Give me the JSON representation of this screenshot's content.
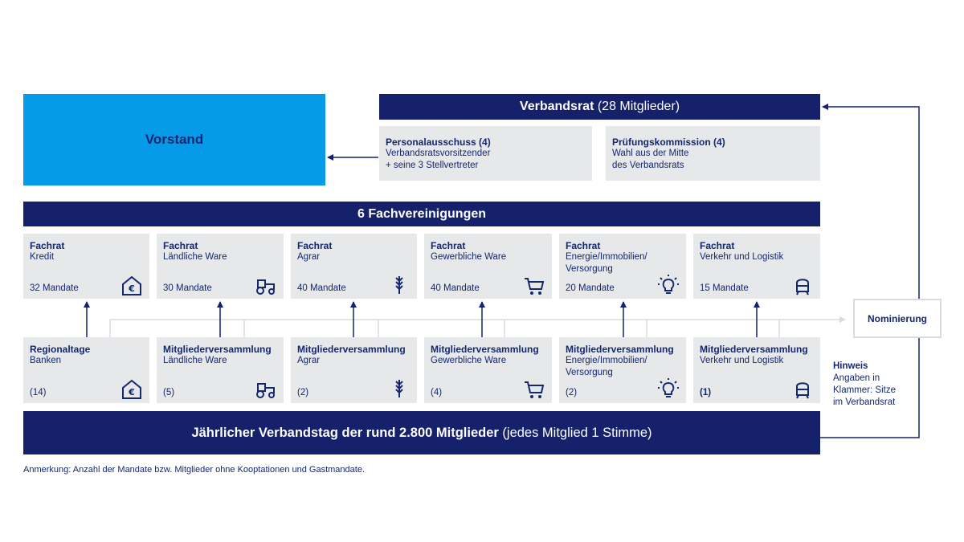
{
  "vorstand": {
    "label": "Vorstand"
  },
  "verbandsrat": {
    "title_bold": "Verbandsrat",
    "title_rest": " (28 Mitglieder)"
  },
  "personalausschuss": {
    "title": "Personalausschuss (4)",
    "lines": [
      "Verbandsratsvorsitzender",
      "+ seine 3 Stellvertreter"
    ]
  },
  "pruefungskommission": {
    "title": "Prüfungskommission (4)",
    "lines": [
      "Wahl aus der Mitte",
      "des Verbandsrats"
    ]
  },
  "fachvereinigungen": {
    "title": "6 Fachvereinigungen"
  },
  "fachraete": [
    {
      "title": "Fachrat",
      "lines": [
        "Kredit"
      ],
      "count": "32 Mandate",
      "icon": "euro-house-icon"
    },
    {
      "title": "Fachrat",
      "lines": [
        "Ländliche Ware"
      ],
      "count": "30 Mandate",
      "icon": "tractor-icon"
    },
    {
      "title": "Fachrat",
      "lines": [
        "Agrar"
      ],
      "count": "40 Mandate",
      "icon": "wheat-icon"
    },
    {
      "title": "Fachrat",
      "lines": [
        "Gewerbliche Ware"
      ],
      "count": "40 Mandate",
      "icon": "cart-icon"
    },
    {
      "title": "Fachrat",
      "lines": [
        "Energie/Immobilien/",
        "Versorgung"
      ],
      "count": "20 Mandate",
      "icon": "lightbulb-icon"
    },
    {
      "title": "Fachrat",
      "lines": [
        "Verkehr und Logistik"
      ],
      "count": "15 Mandate",
      "icon": "train-icon"
    }
  ],
  "versammlungen": [
    {
      "title": "Regionaltage",
      "lines": [
        "Banken"
      ],
      "count": "(14)",
      "icon": "euro-house-icon"
    },
    {
      "title": "Mitgliederversammlung",
      "lines": [
        "Ländliche Ware"
      ],
      "count": "(5)",
      "icon": "tractor-icon"
    },
    {
      "title": "Mitgliederversammlung",
      "lines": [
        "Agrar"
      ],
      "count": "(2)",
      "icon": "wheat-icon"
    },
    {
      "title": "Mitgliederversammlung",
      "lines": [
        "Gewerbliche Ware"
      ],
      "count": "(4)",
      "icon": "cart-icon"
    },
    {
      "title": "Mitgliederversammlung",
      "lines": [
        "Energie/Immobilien/",
        "Versorgung"
      ],
      "count": "(2)",
      "icon": "lightbulb-icon"
    },
    {
      "title": "Mitgliederversammlung",
      "lines": [
        "Verkehr und Logistik"
      ],
      "count": "(1)",
      "icon": "train-icon"
    }
  ],
  "nominierung": {
    "label": "Nominierung"
  },
  "hinweis": {
    "title": "Hinweis",
    "lines": [
      "Angaben in",
      "Klammer: Sitze",
      "im Verbandsrat"
    ]
  },
  "verbandstag": {
    "title_bold": "Jährlicher Verbandstag der rund 2.800 Mitglieder",
    "title_rest": " (jedes Mitglied 1 Stimme)"
  },
  "anmerkung": "Anmerkung: Anzahl der Mandate bzw. Mitglieder ohne Kooptationen und Gastmandate.",
  "colors": {
    "navy": "#15216b",
    "vorstand_blue": "#069be8",
    "card_grey": "#e7e8ea",
    "text_navy": "#14286e",
    "connector_grey": "#d9dbe0"
  }
}
